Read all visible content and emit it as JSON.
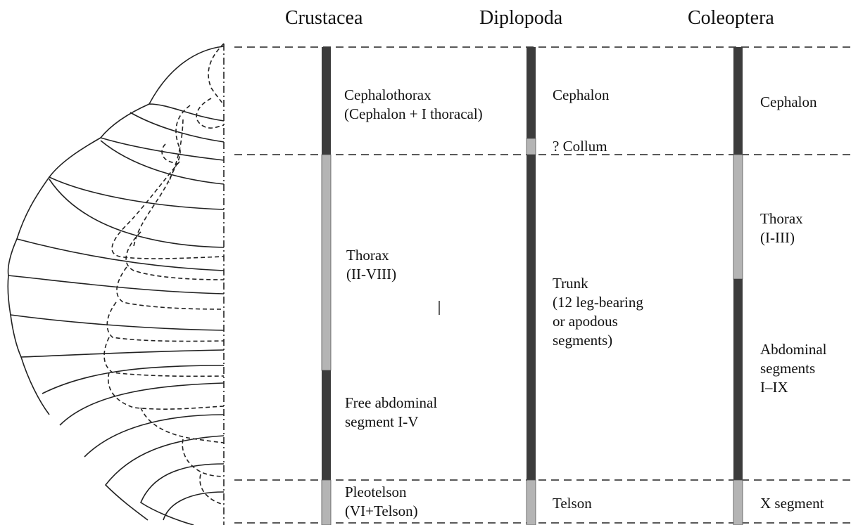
{
  "headers": {
    "crustacea": "Crustacea",
    "diplopoda": "Diplopoda",
    "coleoptera": "Coleoptera"
  },
  "crustacea": {
    "cephalothorax": "Cephalothorax\n(Cephalon + I thoracal)",
    "thorax": "Thorax\n(II-VIII)",
    "free_abdominal": "Free abdominal\nsegment I-V",
    "pleotelson": "Pleotelson\n(VI+Telson)"
  },
  "diplopoda": {
    "cephalon": "Cephalon",
    "collum": "? Collum",
    "trunk": "Trunk\n(12 leg-bearing\nor apodous\nsegments)",
    "telson": "Telson"
  },
  "coleoptera": {
    "cephalon": "Cephalon",
    "thorax": "Thorax\n(I-III)",
    "abdominal": "Abdominal\nsegments\nI–IX",
    "x_segment": "X segment"
  },
  "colors": {
    "dark_bar": "#3c3c3c",
    "light_bar": "#b4b4b4",
    "line": "#222222"
  }
}
